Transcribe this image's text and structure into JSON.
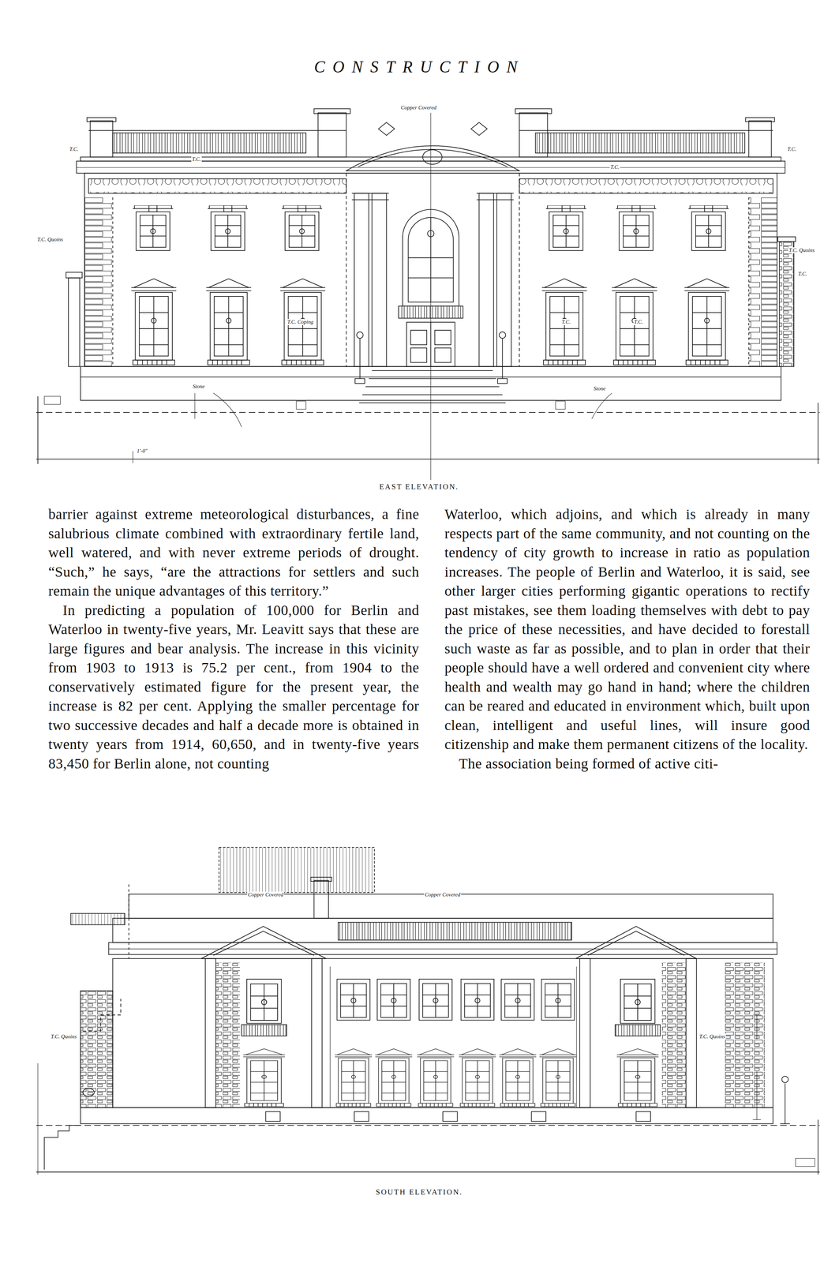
{
  "diagram": {
    "title": "CONSTRUCTION",
    "labels": [
      "Copper Covered",
      "T.C.",
      "T.C.",
      "T.C.",
      "T.C.",
      "T.C. Quoins",
      "T.C. Quoins",
      "T.C. Coping",
      "T.C.",
      "T.C.",
      "T.C.",
      "Stone",
      "Stone",
      "1'-0\"",
      "EAST ELEVATION.",
      "barrier against extreme meteorological disturbances, a fine salubrious climate combined with extraordinary fertile land, well watered, and with never extreme periods of drought. “Such,” he says, “are the attractions for settlers and such remain the unique advantages of this territory.”",
      "In predicting a population of 100,000 for Berlin and Waterloo in twenty-five years, Mr. Leavitt says that these are large figures and bear analysis. The increase in this vicinity from 1903 to 1913 is 75.2 per cent., from 1904 to the conservatively estimated figure for the present year, the increase is 82 per cent. Applying the smaller percentage for two successive decades and half a decade more is obtained in twenty years from 1914, 60,650, and in twenty-five years 83,450 for Berlin alone, not counting",
      "Waterloo, which adjoins, and which is already in many respects part of the same community, and not counting on the tendency of city growth to increase in ratio as population increases. The people of Berlin and Waterloo, it is said, see other larger cities performing gigantic operations to rectify past mistakes, see them loading themselves with debt to pay the price of these necessities, and have decided to forestall such waste as far as possible, and to plan in order that their people should have a well ordered and convenient city where health and wealth may go hand in hand; where the children can be reared and educated in environment which, built upon clean, intelligent and useful lines, will insure good citizenship and make them permanent citizens of the locality.",
      "The association being formed of active citi-",
      "Copper Covered",
      "Copper Covered",
      "T.C. Quoins",
      "T.C. Quoins",
      "SOUTH ELEVATION."
    ]
  }
}
